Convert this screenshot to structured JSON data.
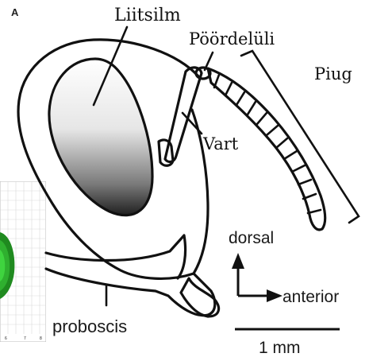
{
  "panel_label": "A",
  "labels": {
    "eye": "Liitsilm",
    "pedicel": "Pöördelüli",
    "flagellum": "Piug",
    "scape": "Vart",
    "proboscis": "proboscis"
  },
  "orientation": {
    "dorsal": "dorsal",
    "anterior": "anterior"
  },
  "scale_bar": {
    "label": "1 mm"
  },
  "inset_plot": {
    "tick_labels": [
      "6",
      "7",
      "8"
    ]
  },
  "colors": {
    "ink": "#111111",
    "eye_gradient_top": "#ffffff",
    "eye_gradient_bottom": "#1f1f1f",
    "inset_green_dark": "#1f8a1f",
    "inset_green_light": "#3fd43f"
  }
}
